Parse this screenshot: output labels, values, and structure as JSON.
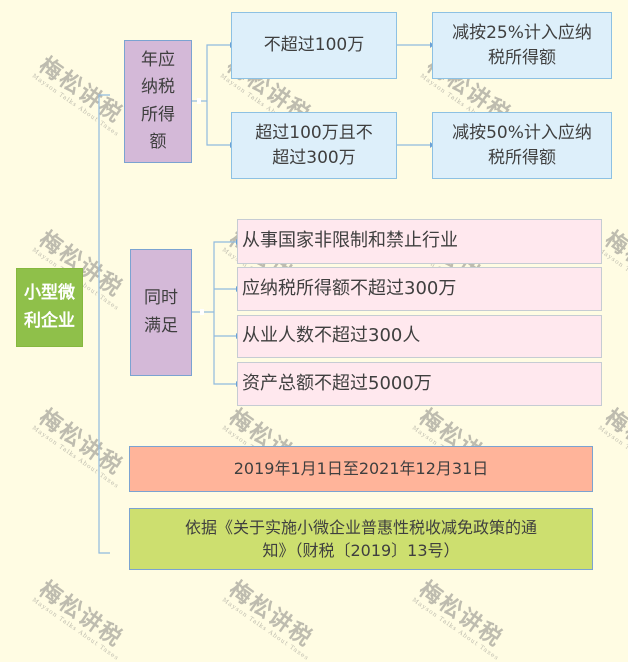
{
  "diagram": {
    "title": "小型微利企业",
    "colors": {
      "background": "#fffce3",
      "root": "#8fc04a",
      "category": "#d4b9d8",
      "tier": "#ddeffa",
      "condition": "#ffe8ee",
      "period": "#ffb49a",
      "basis": "#cddf6f",
      "connector": "#7ba3d1"
    },
    "root": {
      "label": "小型微利企业",
      "line1": "小型微",
      "line2": "利企业"
    },
    "income_branch": {
      "label": "年应纳税所得额",
      "lines": [
        "年应",
        "纳税",
        "所得",
        "额"
      ],
      "tiers": [
        {
          "condition": "不超过100万",
          "result_line1": "减按25%计入应纳",
          "result_line2": "税所得额"
        },
        {
          "condition_line1": "超过100万且不",
          "condition_line2": "超过300万",
          "result_line1": "减按50%计入应纳",
          "result_line2": "税所得额"
        }
      ]
    },
    "conditions_branch": {
      "label": "同时满足",
      "line1": "同时",
      "line2": "满足",
      "items": [
        "从事国家非限制和禁止行业",
        "应纳税所得额不超过300万",
        "从业人数不超过300人",
        "资产总额不超过5000万"
      ]
    },
    "period": "2019年1月1日至2021年12月31日",
    "basis": {
      "line1": "依据《关于实施小微企业普惠性税收减免政策的通",
      "line2": "知》（财税〔2019〕13号）"
    },
    "watermark": {
      "cn": "梅松讲税",
      "en": "Mayson Talks About Taxes"
    }
  }
}
